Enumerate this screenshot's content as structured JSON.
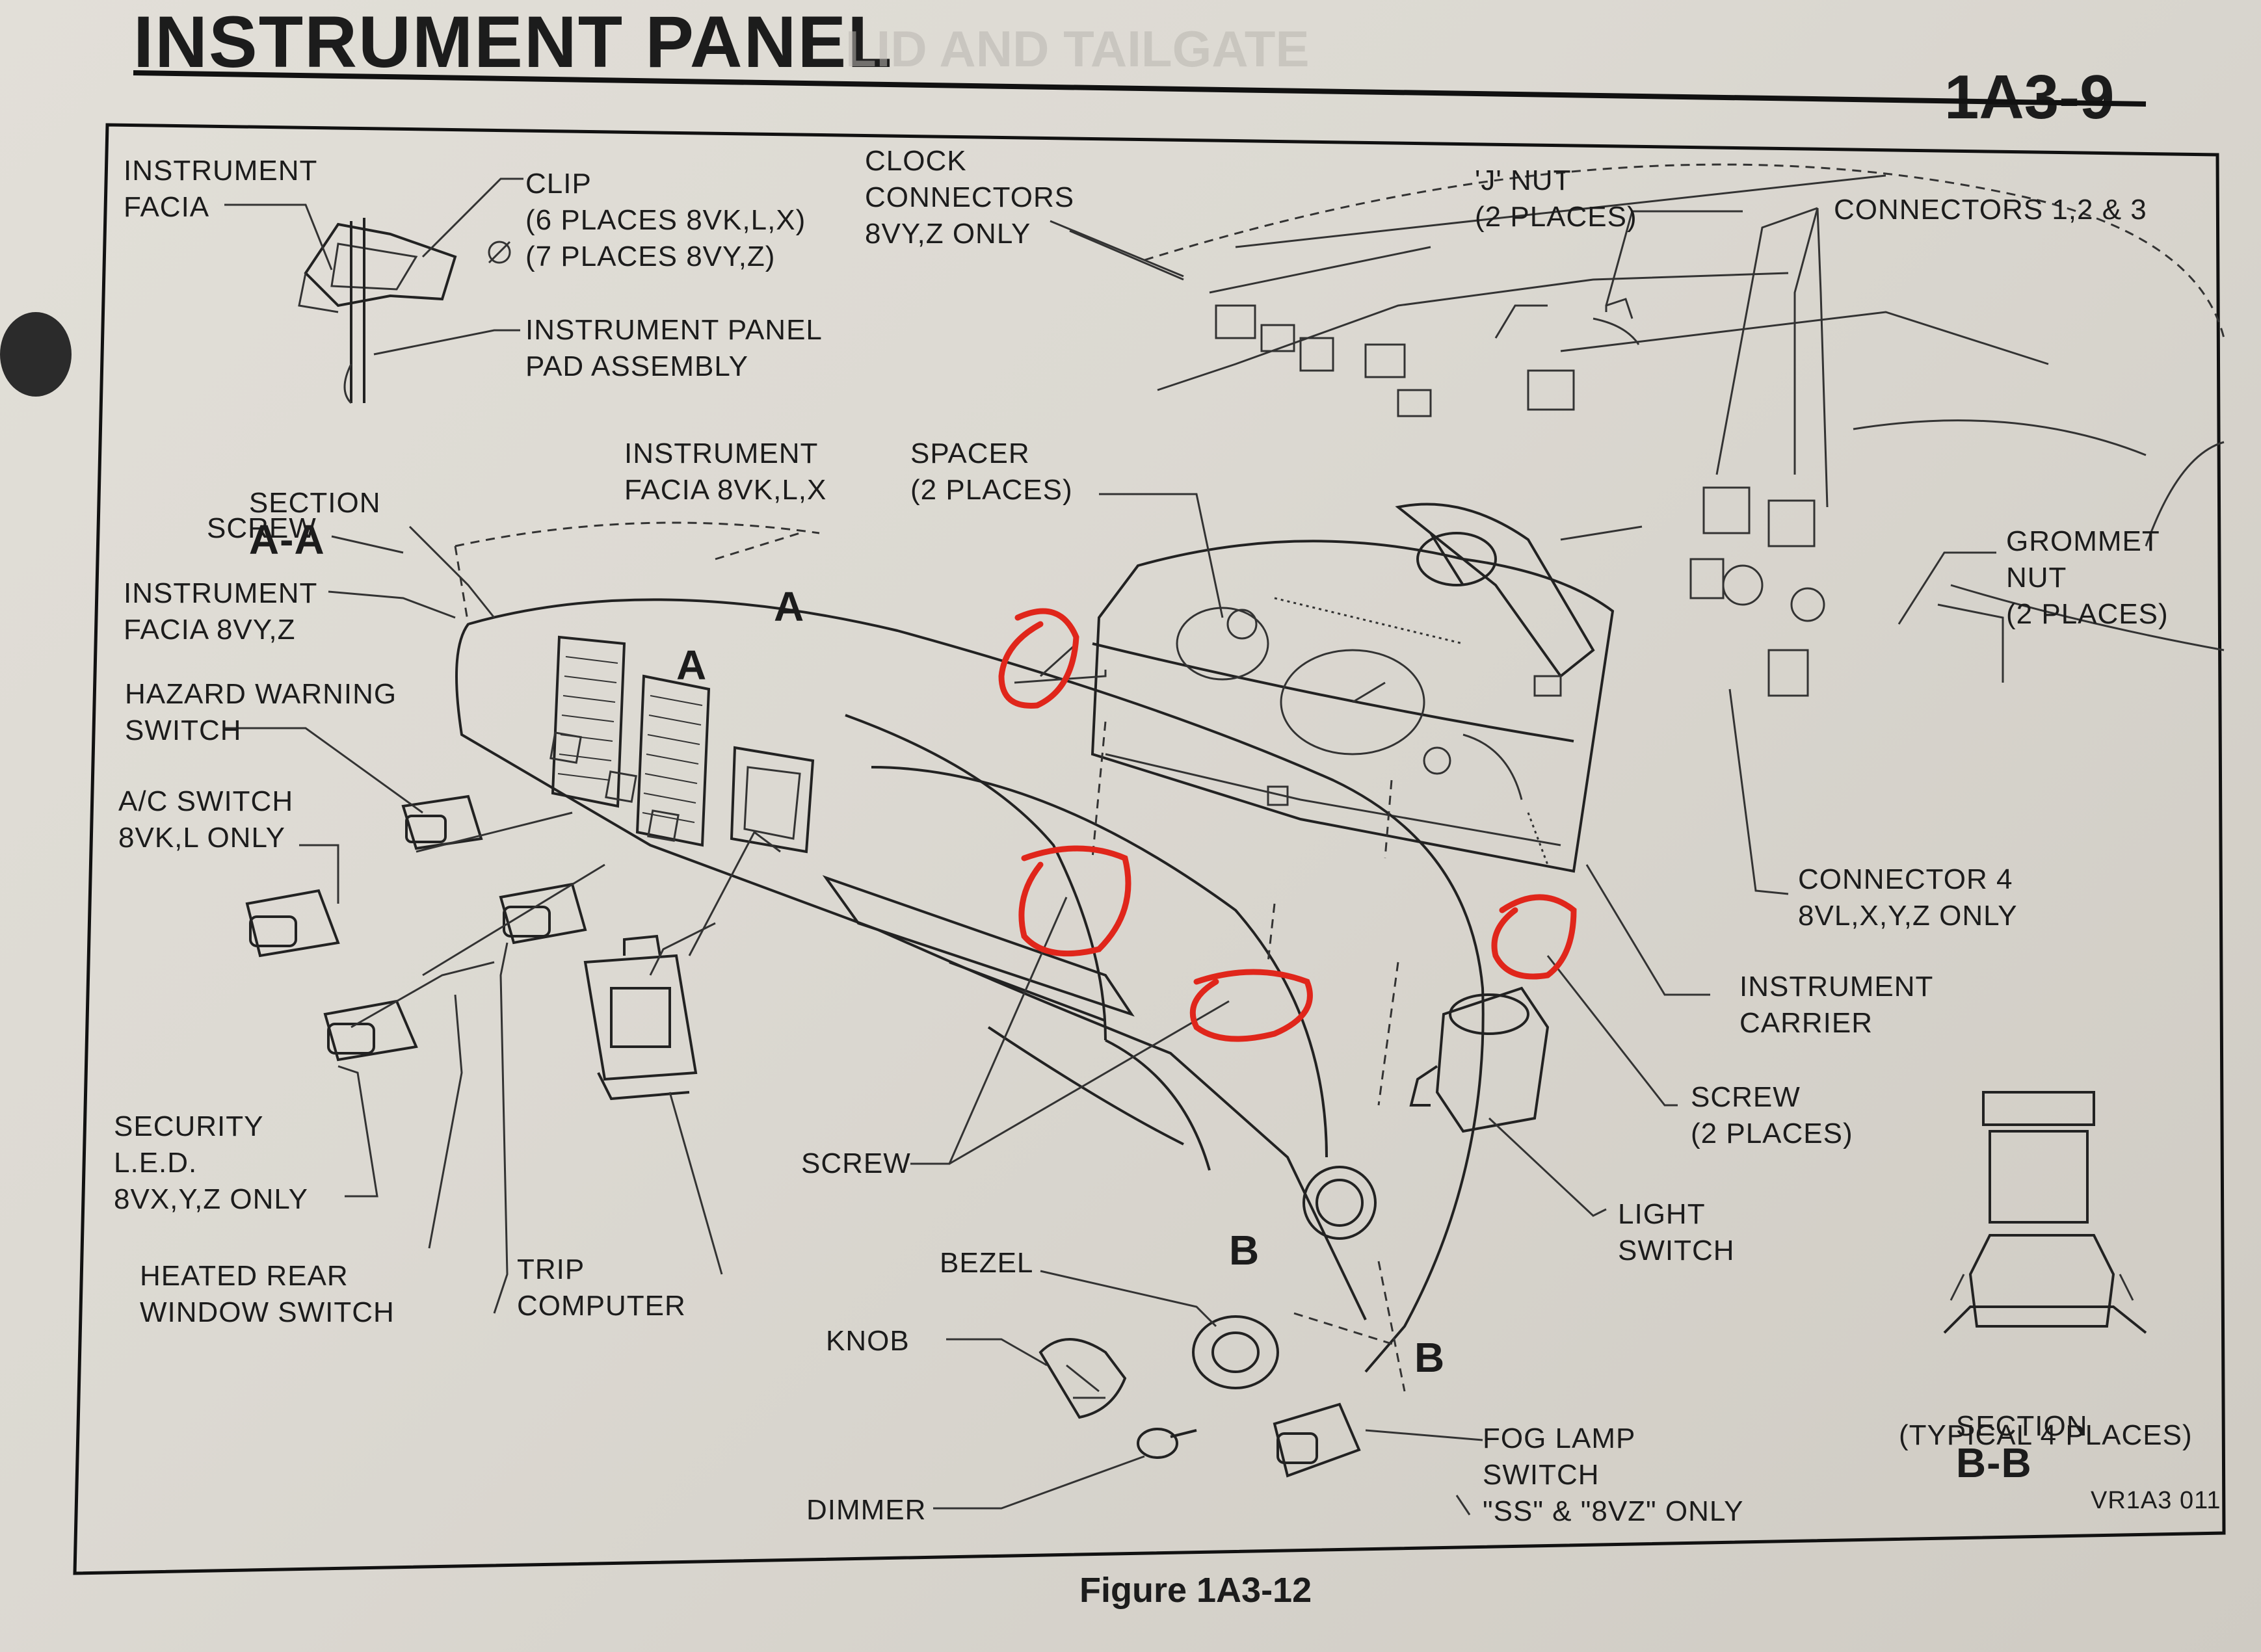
{
  "header": {
    "title": "INSTRUMENT PANEL",
    "page_number": "1A3-9"
  },
  "labels": {
    "instrument_facia_top": "INSTRUMENT\nFACIA",
    "clip": "CLIP\n(6 PLACES 8VK,L,X)\n(7 PLACES 8VY,Z)",
    "pad_assembly": "INSTRUMENT PANEL\nPAD ASSEMBLY",
    "clock_connectors": "CLOCK\nCONNECTORS\n8VY,Z ONLY",
    "j_nut": "'J' NUT\n(2 PLACES)",
    "connectors": "CONNECTORS 1,2 & 3",
    "section_aa_word": "SECTION",
    "section_aa_letters": "A-A",
    "instrument_facia_8vklx": "INSTRUMENT\nFACIA 8VK,L,X",
    "spacer": "SPACER\n(2 PLACES)",
    "screw_left": "SCREW",
    "instrument_facia_8vyz": "INSTRUMENT\nFACIA 8VY,Z",
    "grommet_nut": "GROMMET\nNUT\n(2 PLACES)",
    "hazard_switch": "HAZARD WARNING\nSWITCH",
    "ac_switch": "A/C SWITCH\n8VK,L ONLY",
    "connector_4": "CONNECTOR 4\n8VL,X,Y,Z ONLY",
    "instrument_carrier": "INSTRUMENT\nCARRIER",
    "screw_carrier": "SCREW\n(2 PLACES)",
    "security_led": "SECURITY\nL.E.D.\n8VX,Y,Z ONLY",
    "screw_center": "SCREW",
    "light_switch": "LIGHT\nSWITCH",
    "heated_rear": "HEATED REAR\nWINDOW SWITCH",
    "trip_computer": "TRIP\nCOMPUTER",
    "bezel": "BEZEL",
    "knob": "KNOB",
    "dimmer": "DIMMER",
    "fog_lamp": "FOG LAMP\nSWITCH\n\"SS\" & \"8VZ\" ONLY",
    "section_bb_word": "SECTION",
    "section_bb_letters": "B-B",
    "section_bb_note": "(TYPICAL 4 PLACES)",
    "ref_code": "VR1A3 011",
    "marker_a1": "A",
    "marker_a2": "A",
    "marker_b1": "B",
    "marker_b2": "B"
  },
  "caption": "Figure 1A3-12",
  "annotation_color": "#e0261b"
}
